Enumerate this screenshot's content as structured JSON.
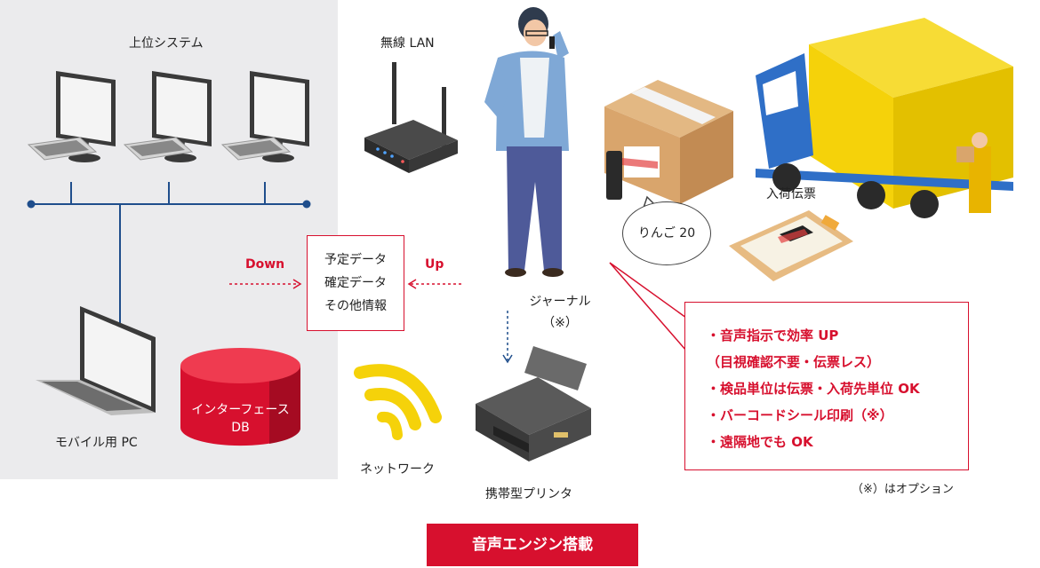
{
  "upper_system": {
    "label": "上位システム"
  },
  "wireless": {
    "label": "無線 LAN"
  },
  "data_box": {
    "lines": [
      "予定データ",
      "確定データ",
      "その他情報"
    ]
  },
  "flow": {
    "down": "Down",
    "up": "Up"
  },
  "mobile_pc": {
    "label": "モバイル用 PC"
  },
  "interface_db": {
    "line1": "インターフェース",
    "line2": "DB"
  },
  "network": {
    "label": "ネットワーク"
  },
  "journal": {
    "line1": "ジャーナル",
    "line2": "（※）"
  },
  "printer": {
    "label": "携帯型プリンタ"
  },
  "speech_bubble": {
    "text": "りんご 20"
  },
  "receipt": {
    "label": "入荷伝票"
  },
  "features": [
    "・音声指示で効率 UP",
    "（目視確認不要・伝票レス）",
    "・検品単位は伝票・入荷先単位 OK",
    "・バーコードシール印刷（※）",
    "・遠隔地でも OK"
  ],
  "option_note": "（※）はオプション",
  "engine_button": "音声エンジン搭載",
  "colors": {
    "accent": "#d7102e",
    "panel": "#ebebed",
    "net_line": "#1f4e8c",
    "truck_yellow": "#f5d20a",
    "truck_blue": "#2f6fc7"
  },
  "icons": [
    "desktop-pc-icon",
    "router-icon",
    "laptop-icon",
    "database-icon",
    "wifi-icon",
    "printer-icon",
    "worker-icon",
    "box-icon",
    "truck-icon",
    "clipboard-icon"
  ]
}
